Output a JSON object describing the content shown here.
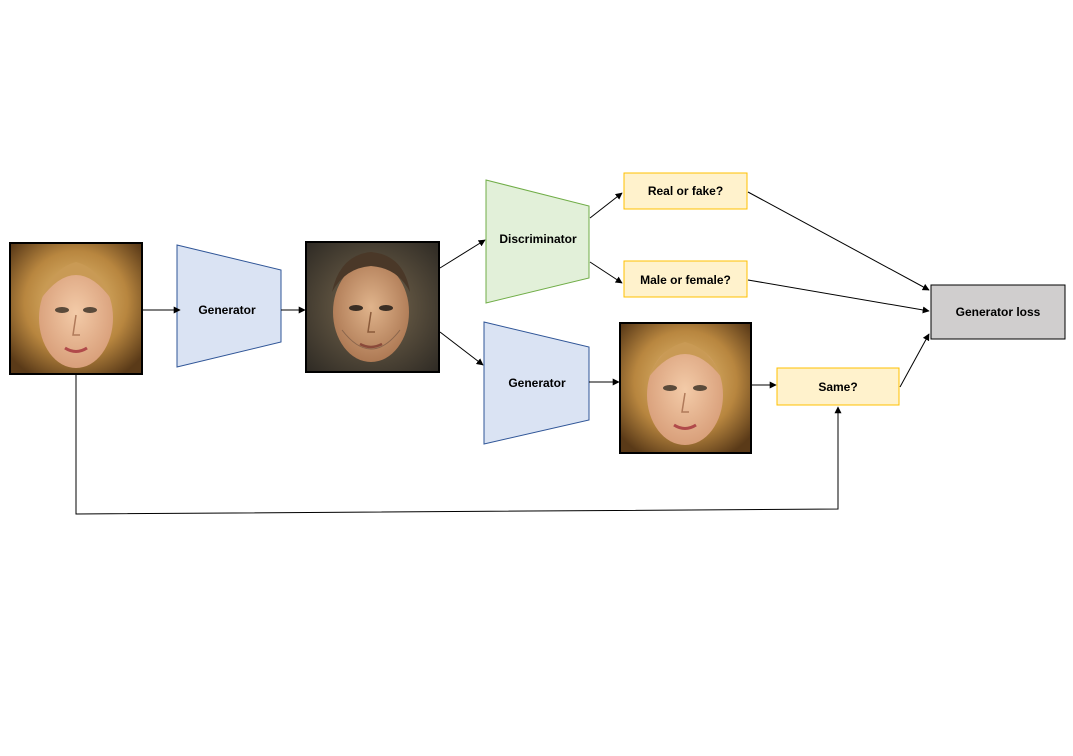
{
  "nodes": {
    "generator_1": {
      "label": "Generator"
    },
    "generator_2": {
      "label": "Generator"
    },
    "discriminator": {
      "label": "Discriminator"
    },
    "real_or_fake": {
      "label": "Real or fake?"
    },
    "male_or_female": {
      "label": "Male or female?"
    },
    "same": {
      "label": "Same?"
    },
    "generator_loss": {
      "label": "Generator loss"
    }
  },
  "colors": {
    "generator_fill": "#dae3f3",
    "generator_stroke": "#2f5597",
    "discriminator_fill": "#e2f0d9",
    "discriminator_stroke": "#70ad47",
    "question_fill": "#fff2cc",
    "question_stroke": "#ffc000",
    "loss_fill": "#d0cece",
    "loss_stroke": "#000000"
  }
}
